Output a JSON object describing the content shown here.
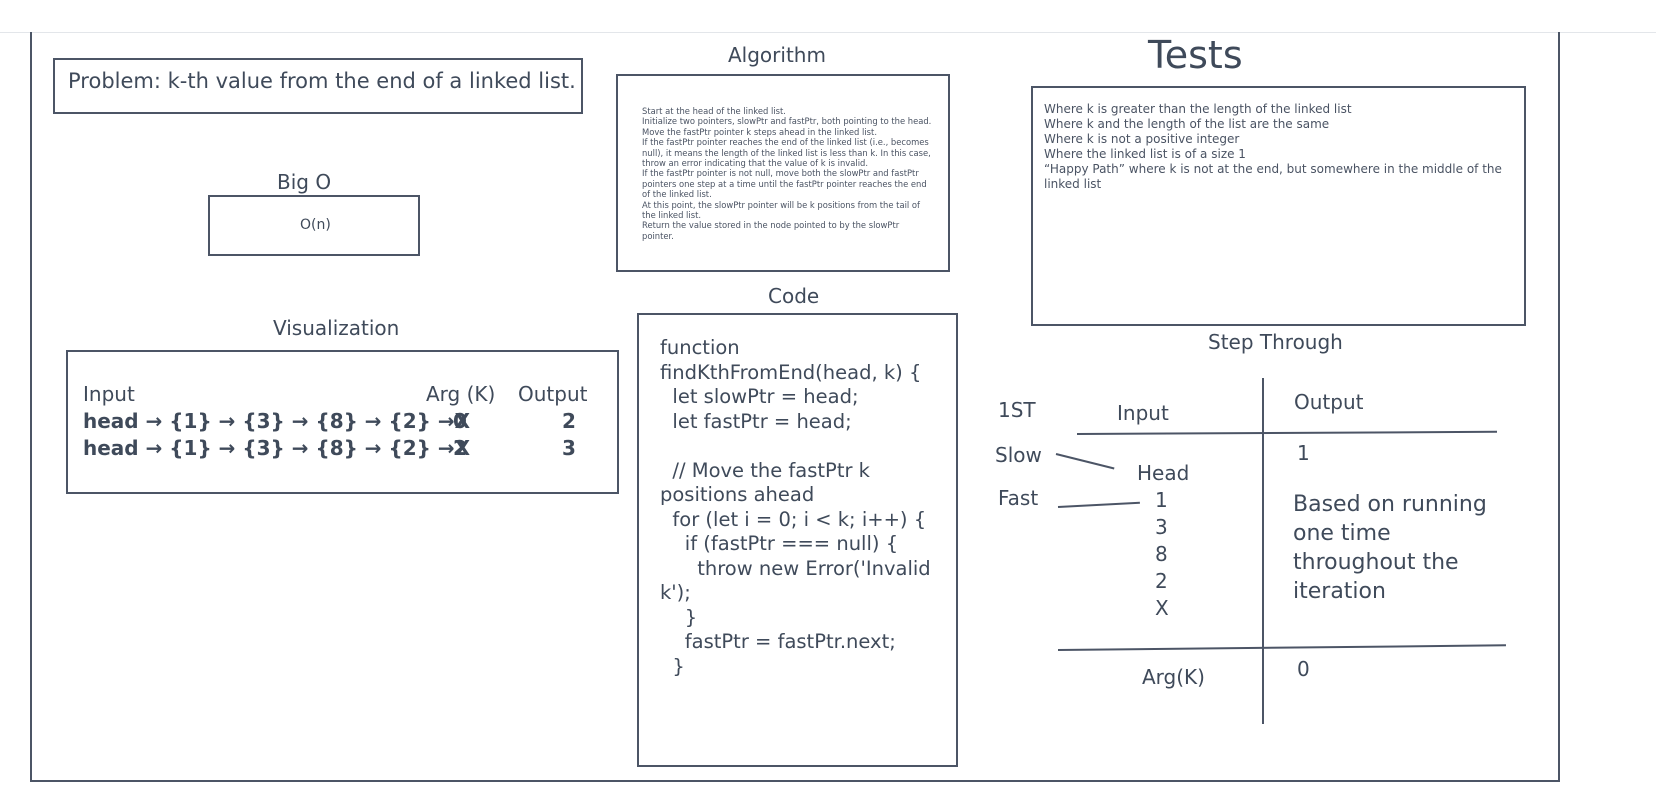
{
  "problem": "Problem: k-th value from the end of a linked list.",
  "big_o": {
    "title": "Big O",
    "value": "O(n)"
  },
  "algorithm": {
    "title": "Algorithm",
    "lines": [
      "Start at the head of the linked list.",
      "Initialize two pointers, slowPtr and fastPtr, both pointing to the head.",
      "Move the fastPtr pointer k steps ahead in the linked list.",
      "If the fastPtr pointer reaches the end of the linked list (i.e., becomes null), it means the length of the linked list is less than k. In this case, throw an error indicating that the value of k is invalid.",
      "If the fastPtr pointer is not null, move both the slowPtr and fastPtr pointers one step at a time until the fastPtr pointer reaches the end of the linked list.",
      "At this point, the slowPtr pointer will be k positions from the tail of the linked list.",
      "Return the value stored in the node pointed to by the slowPtr pointer."
    ]
  },
  "tests": {
    "title": "Tests",
    "items": [
      "Where k is greater than the length of the linked list",
      "Where k and the length of the list are the same",
      "Where k is not a positive integer",
      "Where the linked list is of a size 1",
      "“Happy Path” where k is not at the end, but somewhere in the middle of the linked list"
    ]
  },
  "visualization": {
    "title": "Visualization",
    "headers": {
      "input": "Input",
      "arg": "Arg (K)",
      "output": "Output"
    },
    "rows": [
      {
        "input": "head → {1} → {3} → {8} → {2} →X",
        "arg": "0",
        "output": "2"
      },
      {
        "input": "head → {1} → {3} → {8} → {2} →X",
        "arg": "2",
        "output": "3"
      }
    ]
  },
  "code": {
    "title": "Code",
    "lines": [
      "function findKthFromEnd(head, k) {",
      "  let slowPtr = head;",
      "  let fastPtr = head;",
      "",
      "  // Move the fastPtr k positions ahead",
      "  for (let i = 0; i < k; i++) {",
      "    if (fastPtr === null) {",
      "      throw new Error('Invalid k');",
      "    }",
      "    fastPtr = fastPtr.next;",
      "  }"
    ]
  },
  "step_through": {
    "title": "Step Through",
    "first": "1ST",
    "input_header": "Input",
    "output_header": "Output",
    "slow_label": "Slow",
    "fast_label": "Fast",
    "input_values": [
      "Head",
      "1",
      "3",
      "8",
      "2",
      "X"
    ],
    "output_value": "1",
    "note": "Based on running one time throughout the iteration",
    "arg_label": "Arg(K)",
    "arg_value": "0"
  }
}
